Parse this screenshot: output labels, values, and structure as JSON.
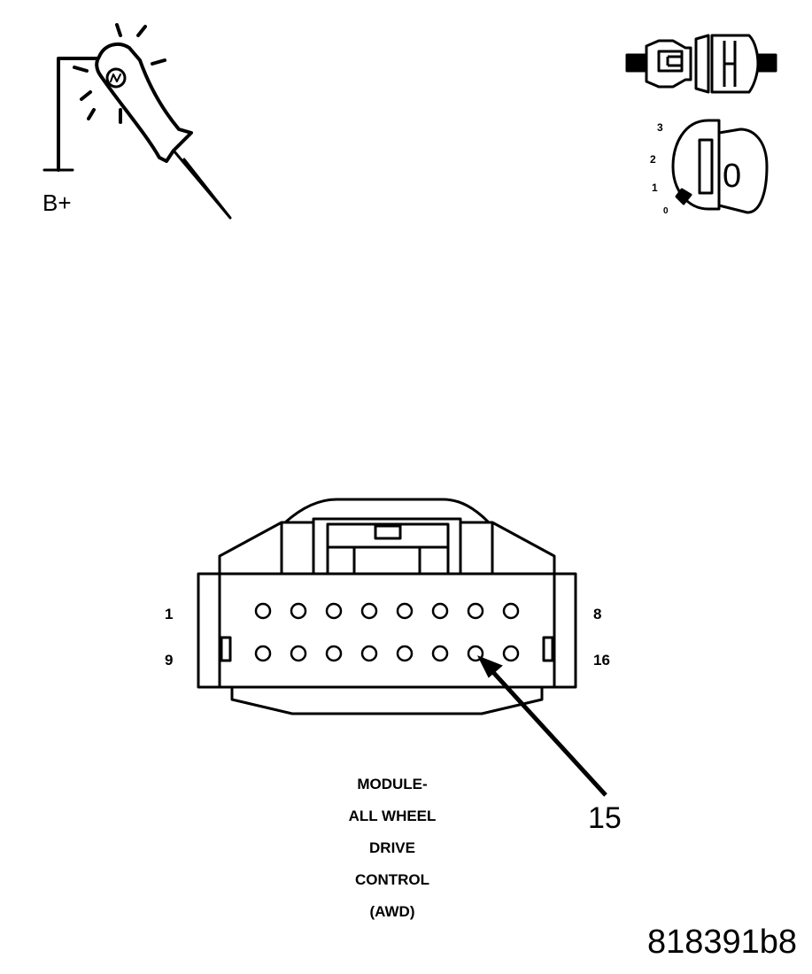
{
  "probe_label": "B+",
  "connector": {
    "pins_top_row_start": "1",
    "pins_top_row_end": "8",
    "pins_bottom_row_start": "9",
    "pins_bottom_row_end": "16",
    "callout_pin": "15",
    "caption_lines": [
      "MODULE-",
      "ALL WHEEL",
      "DRIVE",
      "CONTROL",
      "(AWD)"
    ]
  },
  "ignition_key": {
    "positions": [
      "3",
      "2",
      "1",
      "0"
    ],
    "face": "0"
  },
  "figure_id": "818391b8"
}
